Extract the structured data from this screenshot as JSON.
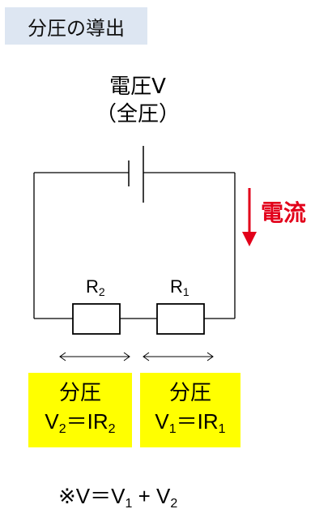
{
  "title": "分圧の導出",
  "voltage": {
    "line1": "電圧V",
    "line2": "（全圧）"
  },
  "current_label": "電流",
  "resistors": {
    "r2": {
      "base": "R",
      "sub": "2"
    },
    "r1": {
      "base": "R",
      "sub": "1"
    }
  },
  "divided_voltage_left": {
    "heading": "分圧",
    "v": "V",
    "v_sub": "2",
    "eq": "＝IR",
    "r_sub": "2"
  },
  "divided_voltage_right": {
    "heading": "分圧",
    "v": "V",
    "v_sub": "1",
    "eq": "＝IR",
    "r_sub": "1"
  },
  "formula": {
    "prefix": "※V＝V",
    "sub1": "1",
    "plus": " + V",
    "sub2": "2"
  },
  "colors": {
    "title_bg": "#dde6f2",
    "highlight": "#ffff00",
    "current_arrow": "#e2001a"
  }
}
